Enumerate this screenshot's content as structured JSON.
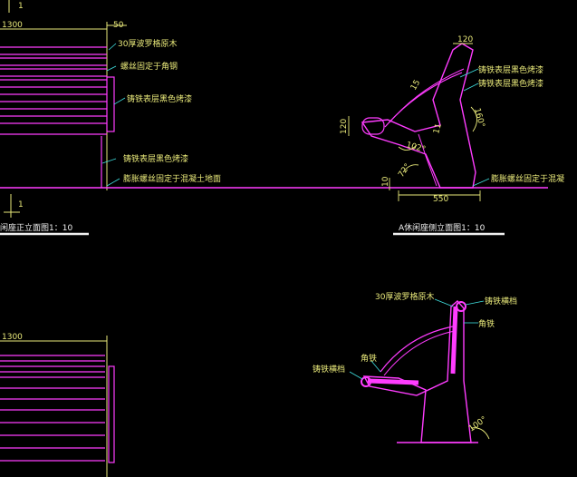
{
  "drawing": {
    "background": "#000000",
    "colors": {
      "magenta": "#ff3cff",
      "yellow": "#e9e97a",
      "cyan": "#3fe0e0",
      "white": "#f0f0f0"
    },
    "front_view": {
      "dim_width": "1300",
      "dim_side": "50",
      "marker": "1",
      "label_wood": "30厚波罗格原木",
      "label_angle_steel": "螺丝固定于角钢",
      "label_cast_iron_1": "铸铁表层黑色烤漆",
      "label_cast_iron_2": "铸铁表层黑色烤漆",
      "label_anchor": "膨胀螺丝固定于混凝土地面",
      "title": "闲座正立面图1：10",
      "marker_bottom": "1"
    },
    "side_view": {
      "dim_top": "120",
      "dim_arc": "15",
      "dim_left": "120",
      "dim_back": "11",
      "dim_seat_angle": "102°",
      "dim_leg_angle": "72°",
      "dim_back_angle": "160°",
      "dim_foot": "10",
      "dim_base": "550",
      "label_cast_iron_1": "铸铁表层黑色烤漆",
      "label_cast_iron_2": "铸铁表层黑色烤漆",
      "label_anchor": "膨胀螺丝固定于混凝",
      "title": "A休闲座侧立面图1：10"
    },
    "bottom_front": {
      "dim_width": "1300"
    },
    "bottom_side": {
      "label_wood": "30厚波罗格原木",
      "label_rail_top": "铸铁横档",
      "label_angle_top": "角铁",
      "label_angle_left": "角铁",
      "label_rail_left": "铸铁横档",
      "dim_angle": "100°"
    }
  }
}
